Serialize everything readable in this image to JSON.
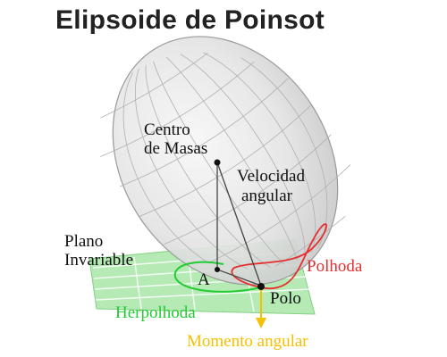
{
  "title": "Elipsoide de Poinsot",
  "labels": {
    "center_line1": "Centro",
    "center_line2": "de Masas",
    "angular_velocity_line1": "Velocidad",
    "angular_velocity_line2": "angular",
    "plane_line1": "Plano",
    "plane_line2": "Invariable",
    "point_a": "A",
    "pole": "Polo",
    "polhode": "Polhoda",
    "herpolhode": "Herpolhoda",
    "angular_momentum": "Momento angular"
  },
  "colors": {
    "ellipsoid_fill": "#e6e6e6",
    "ellipsoid_grid": "#b0b0b0",
    "plane": "#a8e6a8",
    "polhode": "#e53030",
    "herpolhode": "#22cc33",
    "angular_momentum": "#f5c000",
    "text": "#111111"
  }
}
